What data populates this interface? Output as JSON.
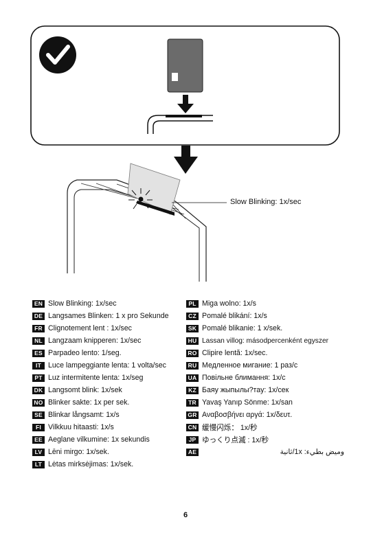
{
  "illustration": {
    "callout_label": "Slow Blinking: 1x/sec",
    "icons": {
      "ok": "check-circle-icon",
      "card": "memory-card-icon",
      "arrow": "arrow-down-icon"
    }
  },
  "languages_left": [
    {
      "code": "EN",
      "text": "Slow Blinking: 1x/sec"
    },
    {
      "code": "DE",
      "text": "Langsames Blinken: 1 x pro Sekunde"
    },
    {
      "code": "FR",
      "text": "Clignotement lent : 1x/sec"
    },
    {
      "code": "NL",
      "text": "Langzaam knipperen: 1x/sec"
    },
    {
      "code": "ES",
      "text": "Parpadeo lento: 1/seg."
    },
    {
      "code": "IT",
      "text": "Luce lampeggiante lenta: 1 volta/sec"
    },
    {
      "code": "PT",
      "text": "Luz intermitente lenta: 1x/seg"
    },
    {
      "code": "DK",
      "text": "Langsomt blink: 1x/sek"
    },
    {
      "code": "NO",
      "text": "Blinker sakte: 1x per sek."
    },
    {
      "code": "SE",
      "text": "Blinkar långsamt: 1x/s"
    },
    {
      "code": "FI",
      "text": "Vilkkuu hitaasti: 1x/s"
    },
    {
      "code": "EE",
      "text": "Aeglane vilkumine: 1x sekundis"
    },
    {
      "code": "LV",
      "text": "Lēni mirgo: 1x/sek."
    },
    {
      "code": "LT",
      "text": "Lėtas mirksėjimas: 1x/sek."
    }
  ],
  "languages_right": [
    {
      "code": "PL",
      "text": "Miga wolno: 1x/s"
    },
    {
      "code": "CZ",
      "text": "Pomalé blikání: 1x/s"
    },
    {
      "code": "SK",
      "text": "Pomalé blikanie: 1 x/sek."
    },
    {
      "code": "HU",
      "text": "Lassan villog: másodpercenként egyszer"
    },
    {
      "code": "RO",
      "text": "Clipire lentă: 1x/sec."
    },
    {
      "code": "RU",
      "text": "Медленное мигание: 1 раз/с"
    },
    {
      "code": "UA",
      "text": "Повільне блимання: 1х/с"
    },
    {
      "code": "KZ",
      "text": "Баяу жыпылы?тау: 1x/сек"
    },
    {
      "code": "TR",
      "text": "Yavaş Yanıp Sönme: 1x/san"
    },
    {
      "code": "GR",
      "text": "Αναβοσβήνει αργά: 1x/δευτ."
    },
    {
      "code": "CN",
      "text": "缓慢闪烁： 1x/秒"
    },
    {
      "code": "JP",
      "text": "ゆっくり点滅 : 1x/秒"
    },
    {
      "code": "AE",
      "text": "وميض بطيء: 1x/ثانية"
    }
  ],
  "page_number": "6"
}
